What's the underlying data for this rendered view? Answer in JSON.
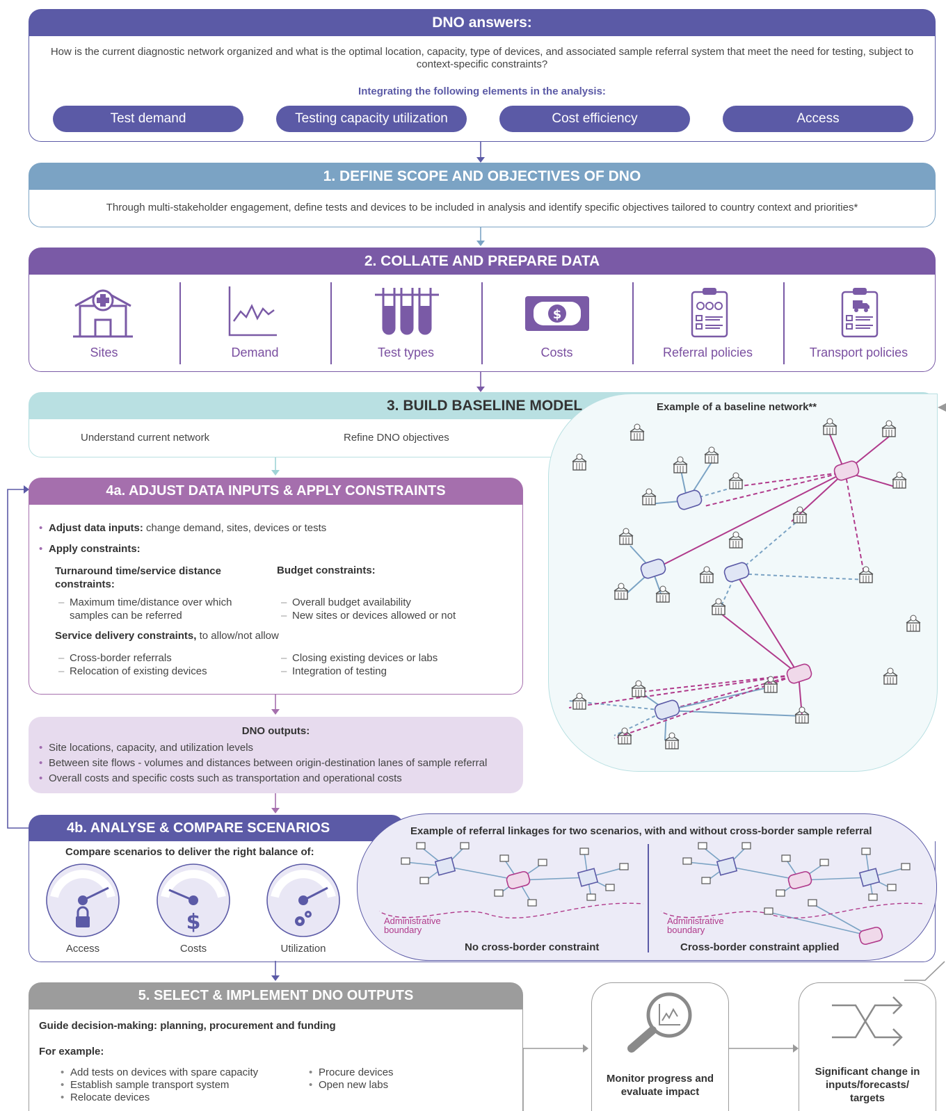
{
  "header": {
    "title": "DNO answers:",
    "question": "How is the current diagnostic network organized and what is the optimal location, capacity, type of devices, and associated sample referral system that meet the need for testing, subject to context-specific constraints?",
    "integrating": "Integrating the following elements in the analysis:",
    "elements": [
      "Test demand",
      "Testing capacity utilization",
      "Cost efficiency",
      "Access"
    ]
  },
  "step1": {
    "title": "1. DEFINE SCOPE AND OBJECTIVES OF DNO",
    "text": "Through multi-stakeholder engagement, define tests and devices to be included in analysis and identify specific objectives tailored to country context and priorities*"
  },
  "step2": {
    "title": "2. COLLATE AND PREPARE DATA",
    "items": [
      "Sites",
      "Demand",
      "Test types",
      "Costs",
      "Referral policies",
      "Transport policies"
    ],
    "icons": [
      "hospital-icon",
      "line-chart-icon",
      "test-tubes-icon",
      "banknote-icon",
      "clipboard-list-icon",
      "clipboard-truck-icon"
    ]
  },
  "step3": {
    "title": "3. BUILD BASELINE MODEL",
    "left": "Understand current network",
    "right": "Refine DNO objectives",
    "example_title": "Example of a baseline network**"
  },
  "step4a": {
    "title": "4a. ADJUST DATA INPUTS & APPLY CONSTRAINTS",
    "adjust_bold": "Adjust data inputs:",
    "adjust_text": " change demand, sites, devices or tests",
    "apply_bold": "Apply constraints:",
    "turnaround_title": "Turnaround time/service distance constraints:",
    "turnaround_items": [
      "Maximum time/distance over which samples can be referred"
    ],
    "budget_title": "Budget constraints:",
    "budget_items": [
      "Overall budget availability",
      "New sites or devices allowed or not"
    ],
    "service_bold": "Service delivery constraints,",
    "service_text": " to allow/not allow",
    "service_left": [
      "Cross-border referrals",
      "Relocation of existing devices"
    ],
    "service_right": [
      "Closing existing devices or labs",
      "Integration of testing"
    ]
  },
  "outputs": {
    "title": "DNO outputs:",
    "items": [
      "Site locations, capacity, and utilization levels",
      "Between site flows - volumes and distances between origin-destination lanes of sample referral",
      "Overall costs and specific costs such as transportation and operational costs"
    ]
  },
  "step4b": {
    "title": "4b. ANALYSE & COMPARE SCENARIOS",
    "subtitle": "Compare scenarios to deliver the right balance of:",
    "gauges": [
      "Access",
      "Costs",
      "Utilization"
    ],
    "gauge_icons": [
      "lock-icon",
      "dollar-icon",
      "gears-icon"
    ],
    "example_title": "Example of referral linkages for two scenarios, with and without cross-border sample referral",
    "boundary_label": "Administrative boundary",
    "scenario_left": "No cross-border constraint",
    "scenario_right": "Cross-border constraint applied"
  },
  "step5": {
    "title": "5. SELECT & IMPLEMENT DNO OUTPUTS",
    "guide": "Guide decision-making: planning, procurement and funding",
    "for_example": "For example:",
    "left_items": [
      "Add tests on devices with spare capacity",
      "Establish sample transport system",
      "Relocate devices"
    ],
    "right_items": [
      "Procure devices",
      "Open new labs"
    ]
  },
  "monitor": {
    "label": "Monitor progress and evaluate impact"
  },
  "change": {
    "label": "Significant change in inputs/forecasts/ targets"
  },
  "colors": {
    "indigo": "#5b5aa6",
    "steel": "#7ba3c4",
    "purple": "#7a5aa6",
    "teal": "#b9e0e2",
    "mauve": "#a56fad",
    "lilac": "#e7dbee",
    "gray": "#9c9c9c"
  }
}
